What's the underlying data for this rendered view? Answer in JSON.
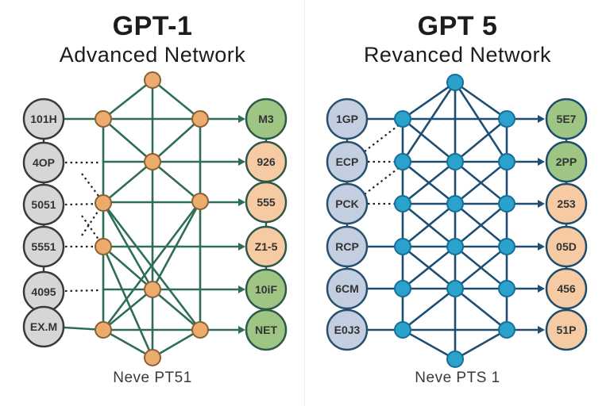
{
  "left": {
    "title": "GPT-1",
    "subtitle": "Advanced Network",
    "caption": "Neve PT51",
    "input_nodes": [
      "101H",
      "4OP",
      "5051",
      "5551",
      "4095",
      "EX.M"
    ],
    "hidden_node_count": 11,
    "output_nodes": [
      {
        "label": "M3",
        "fill": "#9fc585"
      },
      {
        "label": "926",
        "fill": "#f6cba4"
      },
      {
        "label": "555",
        "fill": "#f6cba4"
      },
      {
        "label": "Z1-5",
        "fill": "#f6cba4"
      },
      {
        "label": "10iF",
        "fill": "#9fc585"
      },
      {
        "label": "NET",
        "fill": "#9fc585"
      }
    ],
    "colors": {
      "edge": "#2e6e55",
      "dotted": "#222222",
      "hidden_fill": "#ecac6d",
      "hidden_stroke": "#8a6137",
      "input_fill": "#d6d6d6",
      "input_stroke": "#3a3a3a",
      "output_stroke": "#2e5948"
    }
  },
  "right": {
    "title": "GPT 5",
    "subtitle": "Revanced Network",
    "caption": "Neve PTS 1",
    "input_nodes": [
      "1GP",
      "ECP",
      "PCK",
      "RCP",
      "6CM",
      "E0J3"
    ],
    "hidden_node_count": 18,
    "output_nodes": [
      {
        "label": "5E7",
        "fill": "#9fc585"
      },
      {
        "label": "2PP",
        "fill": "#9fc585"
      },
      {
        "label": "253",
        "fill": "#f6cba4"
      },
      {
        "label": "05D",
        "fill": "#f6cba4"
      },
      {
        "label": "456",
        "fill": "#f6cba4"
      },
      {
        "label": "51P",
        "fill": "#f6cba4"
      }
    ],
    "colors": {
      "edge": "#1e4e74",
      "dotted": "#222222",
      "hidden_fill": "#2aa2cc",
      "hidden_stroke": "#156f99",
      "input_fill": "#c3cfe0",
      "input_stroke": "#27506e",
      "output_stroke": "#1d4d6b"
    }
  }
}
